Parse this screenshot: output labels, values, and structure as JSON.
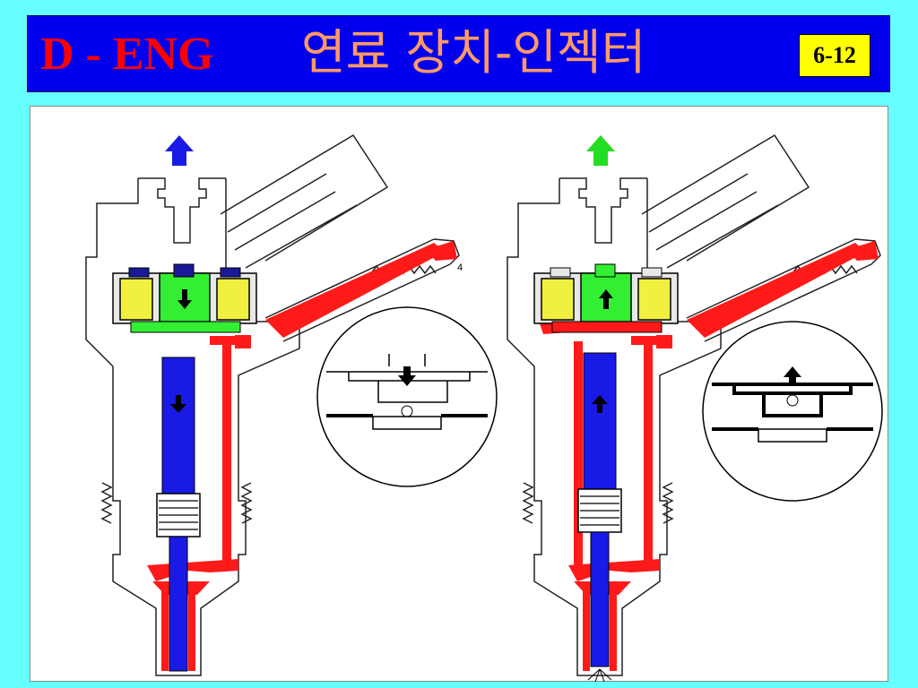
{
  "header": {
    "title_prefix": "D - ENG",
    "title_main": "연료 장치-인젝터",
    "slide_number": "6-12"
  },
  "figure": {
    "callout_label": "4",
    "left_flow_arrow_icon": "arrow-up-icon",
    "right_flow_arrow_icon": "arrow-up-icon",
    "colors": {
      "background": "#66ffff",
      "title_bar": "#0000ee",
      "title_prefix": "#ff0000",
      "title_main": "#ff9966",
      "slide_number_bg": "#ffff00",
      "fuel_high_pressure": "#ff1a1a",
      "needle": "#1a1ae6",
      "armature": "#33ee33",
      "solenoid_coil": "#f0f040",
      "return_arrow_left": "#1a1ae6",
      "return_arrow_right": "#22dd22"
    }
  }
}
